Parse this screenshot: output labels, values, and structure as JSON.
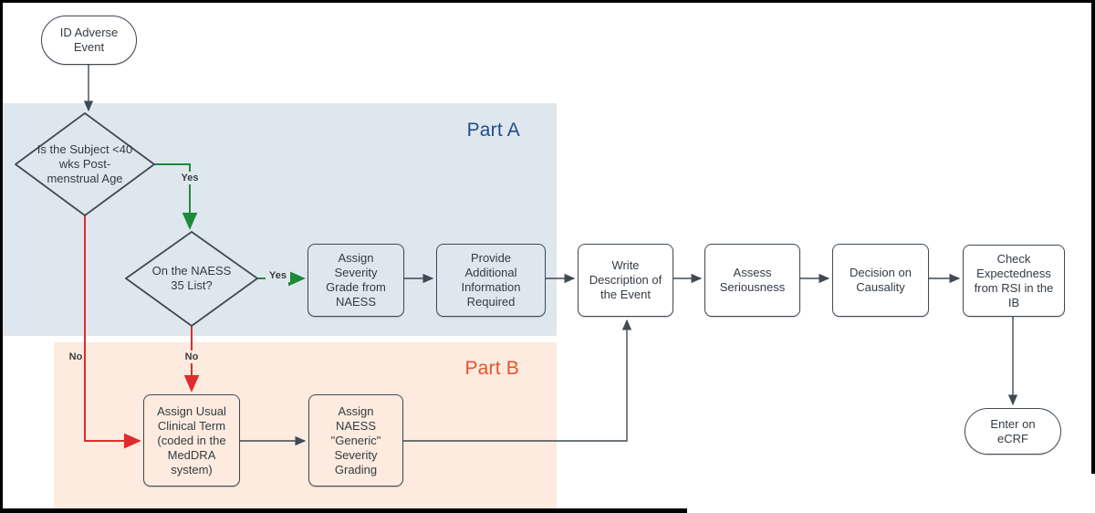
{
  "regions": {
    "part_a_label": "Part A",
    "part_b_label": "Part B"
  },
  "nodes": {
    "start": "ID Adverse Event",
    "decision_pma": "Is the Subject <40 wks Post-menstrual Age",
    "decision_naess": "On the NAESS 35 List?",
    "assign_severity": "Assign Severity Grade from NAESS",
    "provide_info": "Provide Additional Information Required",
    "write_description": "Write Description of the Event",
    "assess_seriousness": "Assess Seriousness",
    "decision_causality": "Decision on Causality",
    "check_expectedness": "Check Expectedness from RSI in the IB",
    "enter_ecrf": "Enter on eCRF",
    "assign_clinical_term": "Assign Usual Clinical Term (coded in the MedDRA system)",
    "assign_generic": "Assign NAESS \"Generic\" Severity Grading"
  },
  "edge_labels": {
    "yes1": "Yes",
    "yes2": "Yes",
    "no1": "No",
    "no2": "No"
  },
  "colors": {
    "part_a_fill": "#dfe7ee",
    "part_b_fill": "#fcebde",
    "part_a_text": "#1f4e8a",
    "part_b_text": "#e4532a",
    "yes_green": "#1d8a3a",
    "no_red": "#df2b2b",
    "shape_border": "#3f4a54"
  }
}
